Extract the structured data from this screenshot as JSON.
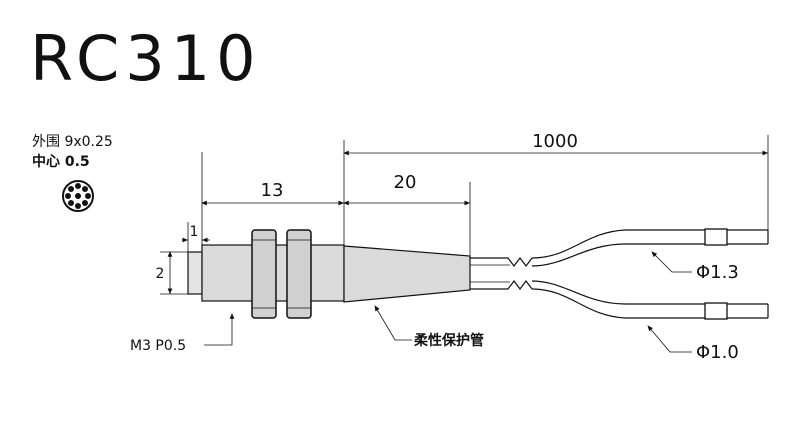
{
  "title": "RC310",
  "fiber_spec": {
    "outer_label": "外围 9x0.25",
    "center_label": "中心 0.5"
  },
  "dimensions": {
    "total_length": "1000",
    "head_length": "13",
    "sleeve_length": "20",
    "tip_step": "1",
    "tip_diameter": "2"
  },
  "labels": {
    "thread": "M3 P0.5",
    "flexible_tube": "柔性保护管",
    "upper_fiber": "Φ1.3",
    "lower_fiber": "Φ1.0"
  },
  "colors": {
    "body_fill": "#dadada",
    "line": "#111111"
  }
}
